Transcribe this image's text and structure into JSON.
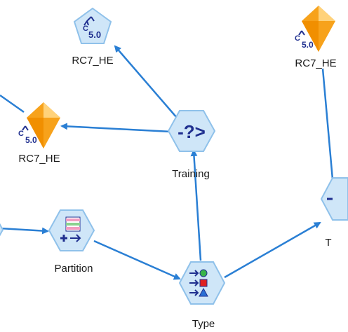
{
  "canvas": {
    "background": "#ffffff",
    "link_color": "#2a7fd4"
  },
  "nodes": {
    "model_top": {
      "label": "RC7_HE",
      "icon": "c50-model-pentagon-icon",
      "badge": "5.0"
    },
    "model_left": {
      "label": "RC7_HE",
      "icon": "c50-model-nugget-icon",
      "badge": "5.0"
    },
    "model_right": {
      "label": "RC7_HE",
      "icon": "c50-model-nugget-icon",
      "badge": "5.0"
    },
    "training": {
      "label": "Training",
      "icon": "select-output-icon",
      "glyph": "-?>"
    },
    "partition": {
      "label": "Partition",
      "icon": "partition-icon"
    },
    "type": {
      "label": "Type",
      "icon": "type-icon"
    },
    "edge_right": {
      "label": "T",
      "icon": "type-icon"
    }
  },
  "colors": {
    "node_fill": "#cfe6f8",
    "node_stroke": "#8fc1ea",
    "nugget_orange": "#f7a21b",
    "nugget_light": "#ffd27a",
    "icon_dark": "#1f2f8f"
  }
}
